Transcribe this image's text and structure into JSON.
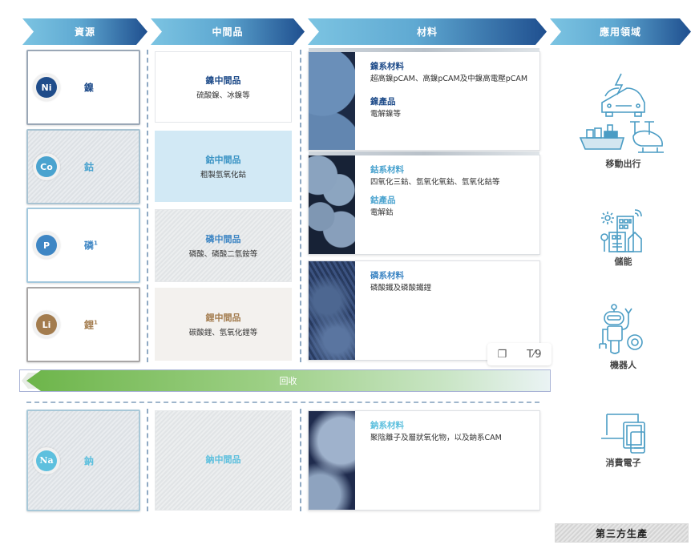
{
  "headers": [
    {
      "label": "資源"
    },
    {
      "label": "中間品"
    },
    {
      "label": "材料"
    },
    {
      "label": "應用領域"
    }
  ],
  "colors": {
    "ni": "#1f4c8a",
    "co": "#4aa3cf",
    "p": "#3e86c4",
    "li": "#a37c4e",
    "na": "#5ec0de",
    "recycle": "#6db54a",
    "app_icon": "#4a9cc4"
  },
  "resources": [
    {
      "symbol": "Ni",
      "name": "鎳",
      "note": ""
    },
    {
      "symbol": "Co",
      "name": "鈷",
      "note": ""
    },
    {
      "symbol": "P",
      "name": "磷",
      "note": "1"
    },
    {
      "symbol": "Li",
      "name": "鋰",
      "note": "1"
    },
    {
      "symbol": "Na",
      "name": "鈉",
      "note": ""
    }
  ],
  "intermediates": [
    {
      "title": "鎳中間品",
      "desc": "硫酸鎳、冰鎳等"
    },
    {
      "title": "鈷中間品",
      "desc": "粗製氫氧化鈷"
    },
    {
      "title": "磷中間品",
      "desc": "磷酸、磷酸二氫銨等"
    },
    {
      "title": "鋰中間品",
      "desc": "碳酸鋰、氫氧化鋰等"
    },
    {
      "title": "鈉中間品",
      "desc": ""
    }
  ],
  "materials": [
    {
      "title1": "鎳系材料",
      "desc1": "超高鎳pCAM、高鎳pCAM及中鎳高電壓pCAM",
      "title2": "鎳產品",
      "desc2": "電解鎳等"
    },
    {
      "title1": "鈷系材料",
      "desc1": "四氧化三鈷、氫氧化氧鈷、氫氧化鈷等",
      "title2": "鈷產品",
      "desc2": "電解鈷"
    },
    {
      "title1": "磷系材料",
      "desc1": "磷酸鐵及磷酸鐵鋰"
    },
    {
      "title1": "鈉系材料",
      "desc1": "聚陰離子及層狀氧化物，以及鈉系CAM"
    }
  ],
  "recycle": {
    "label": "回收"
  },
  "floating_toolbar": {
    "copy_icon": "❐",
    "text_icon": "T⁄9"
  },
  "applications": [
    {
      "label": "移動出行",
      "icon": "mobility-icon"
    },
    {
      "label": "儲能",
      "icon": "energy-storage-icon"
    },
    {
      "label": "機器人",
      "icon": "robot-icon"
    },
    {
      "label": "消費電子",
      "icon": "consumer-electronics-icon"
    }
  ],
  "legend": {
    "third_party": "第三方生產"
  }
}
